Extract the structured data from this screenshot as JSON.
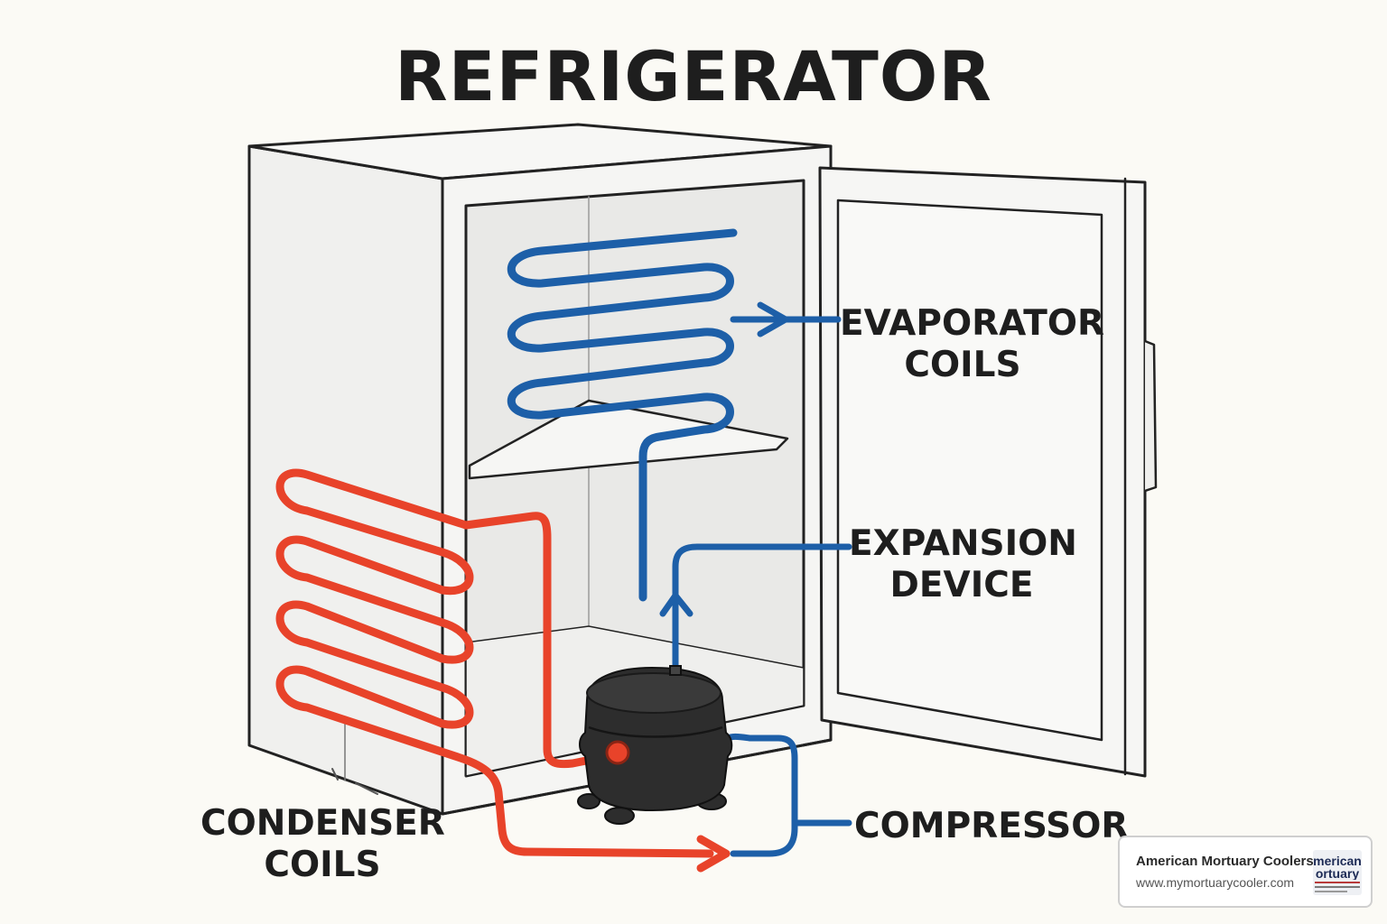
{
  "title": "REFRIGERATOR",
  "labels": {
    "evaporator": [
      "EVAPORATOR",
      "COILS"
    ],
    "expansion": [
      "EXPANSION",
      "DEVICE"
    ],
    "condenser": [
      "CONDENSER",
      "COILS"
    ],
    "compressor": "COMPRESSOR"
  },
  "watermark": {
    "name": "American Mortuary Coolers",
    "url": "www.mymortuarycooler.com",
    "logo_line1": "merican",
    "logo_line2": "ortuary"
  },
  "colors": {
    "cold_line": "#1d5fa8",
    "hot_line": "#e8432a",
    "compressor": "#2d2d2d",
    "outline": "#222222",
    "cabinet": "#f3f3f1",
    "interior": "#e8e8e6"
  }
}
